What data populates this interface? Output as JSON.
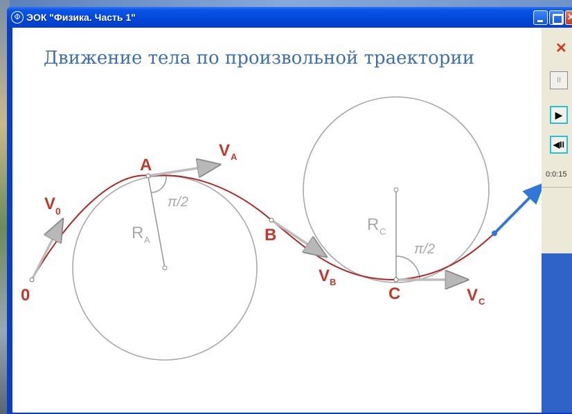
{
  "window": {
    "title": "ЭОК \"Физика. Часть 1\"",
    "icon_glyph": "Φ"
  },
  "slide": {
    "heading": "Движение тела по произвольной траектории",
    "labels": {
      "origin": "0",
      "v0": "V",
      "v0_sub": "0",
      "point_a": "A",
      "va": "V",
      "va_sub": "A",
      "ra": "R",
      "ra_sub": "A",
      "angle_a": "π/2",
      "point_b": "B",
      "vb": "V",
      "vb_sub": "B",
      "point_c": "C",
      "vc": "V",
      "vc_sub": "C",
      "rc": "R",
      "rc_sub": "C",
      "angle_c": "π/2"
    }
  },
  "controls": {
    "close_icon": "close-icon",
    "pause_glyph": "II",
    "play_glyph": "▶",
    "step_glyph": "◀II",
    "time": "0:0:15"
  },
  "colors": {
    "heading": "#3d6fb0",
    "curve": "#b32424",
    "label_red": "#c0392b",
    "gray": "#a8a8a8",
    "panel_accent": "#27c1d6",
    "velocity_blue": "#2f77d8"
  }
}
